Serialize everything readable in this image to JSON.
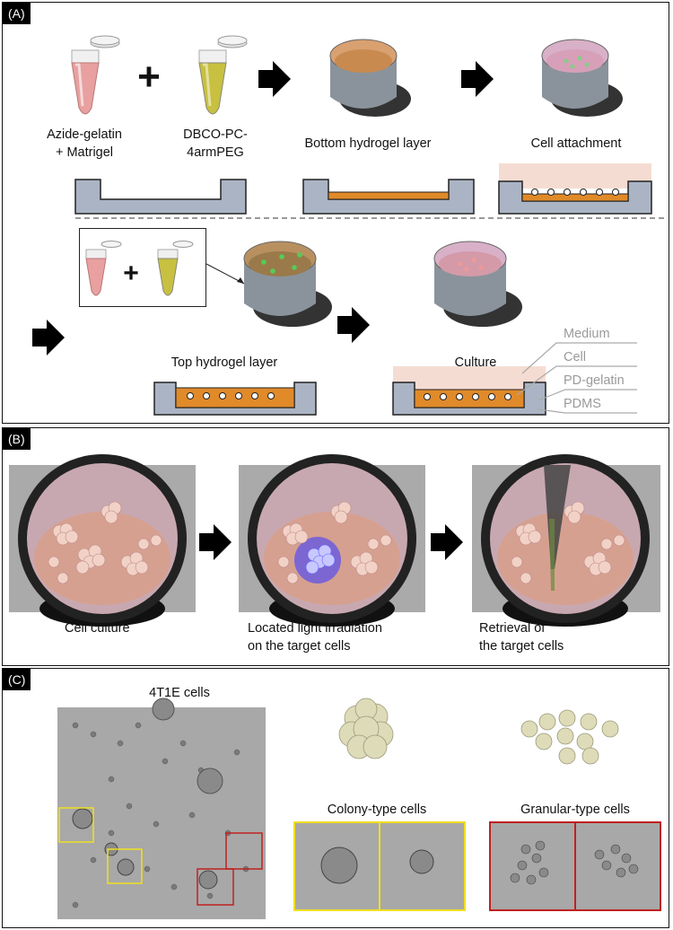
{
  "panelA": {
    "tag": "(A)",
    "materials": {
      "tube1_label_line1": "Azide-gelatin",
      "tube1_label_line2": "+ Matrigel",
      "tube2_label_line1": "DBCO-PC-",
      "tube2_label_line2": "4armPEG",
      "plus": "+"
    },
    "steps": {
      "bottom_layer": "Bottom hydrogel layer",
      "cell_attachment": "Cell attachment",
      "top_layer": "Top hydrogel layer",
      "culture": "Culture"
    },
    "legend": {
      "medium": "Medium",
      "cell": "Cell",
      "pd_gelatin": "PD-gelatin",
      "pdms": "PDMS"
    }
  },
  "panelB": {
    "tag": "(B)",
    "step1": "Cell culture",
    "step2_line1": "Located light irradiation",
    "step2_line2": "on the target cells",
    "step3_line1": "Retrieval of",
    "step3_line2": "the target cells"
  },
  "panelC": {
    "tag": "(C)",
    "micrograph_title": "4T1E cells",
    "colony_label": "Colony-type cells",
    "granular_label": "Granular-type cells"
  },
  "colors": {
    "pink_tube": "#e8a0a0",
    "yellow_tube": "#c8c040",
    "gel_orange": "#e08a2a",
    "medium_pink": "#f5dcd2",
    "pdms_gray": "#aab4c4",
    "highlight_yellow": "#f0e020",
    "highlight_red": "#c02020",
    "light_blue": "#4040ff"
  }
}
